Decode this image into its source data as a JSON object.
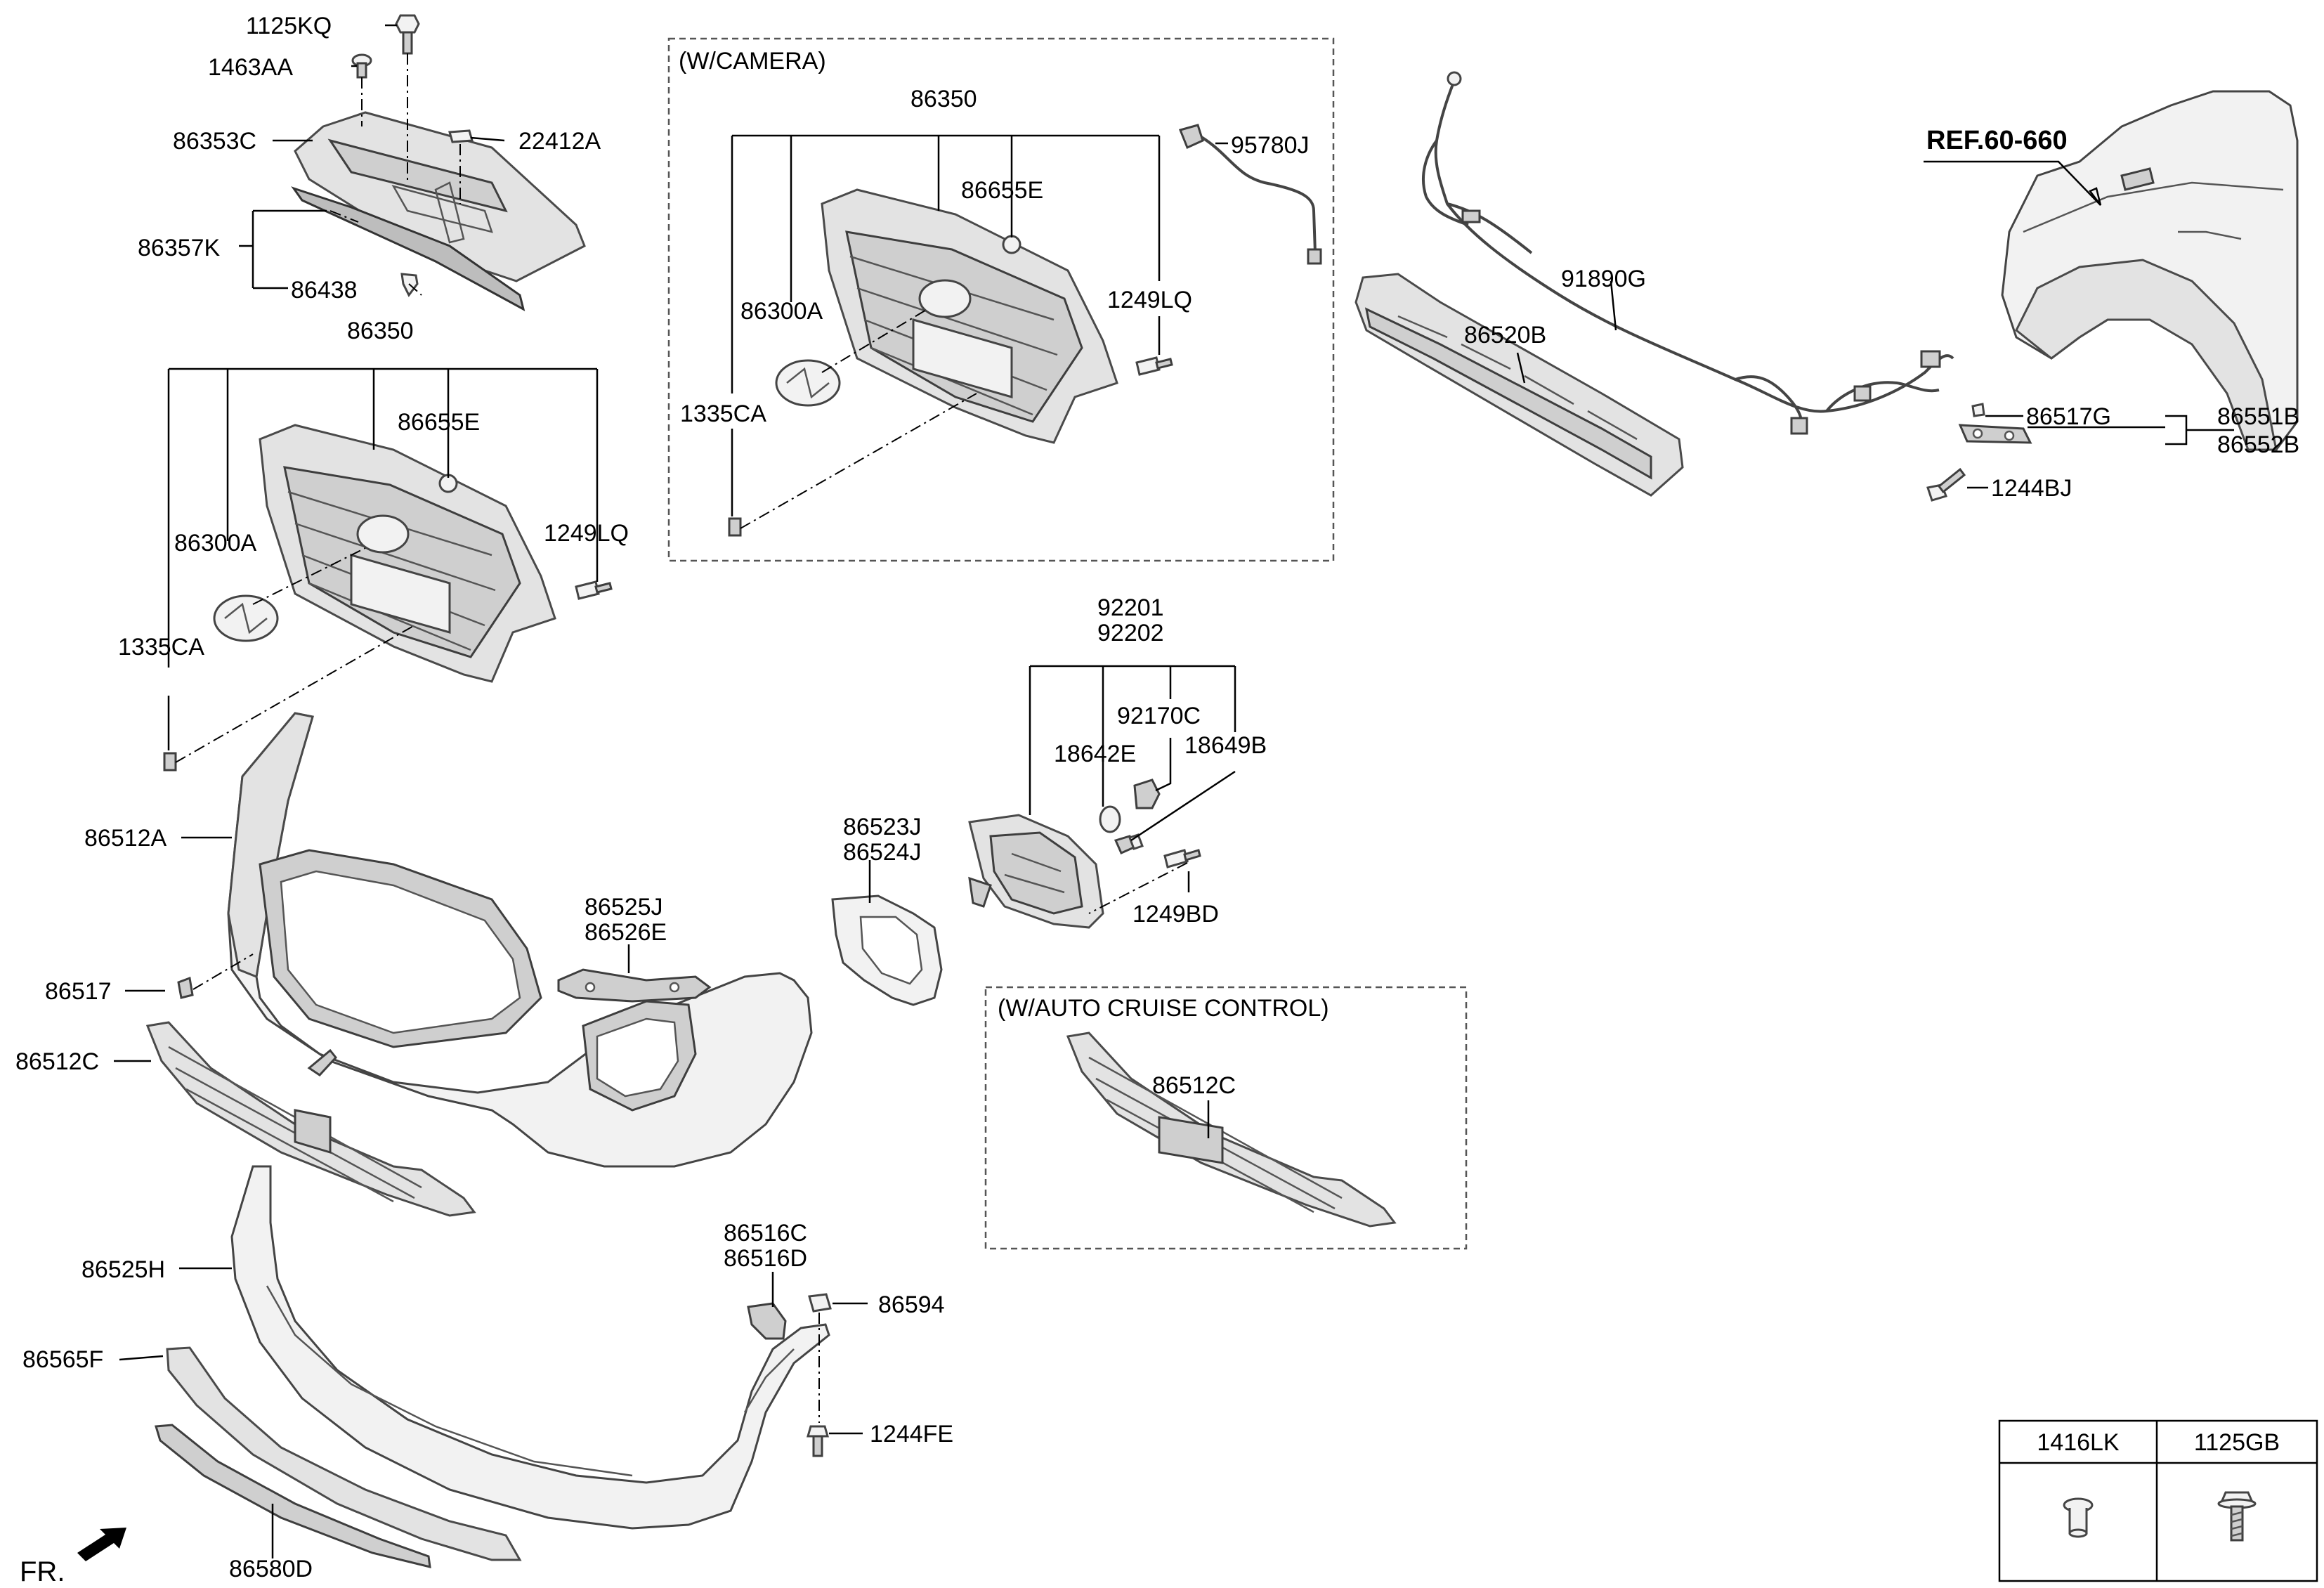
{
  "boxes": {
    "camera": "(W/CAMERA)",
    "cruise": "(W/AUTO CRUISE CONTROL)"
  },
  "ref": "REF.60-660",
  "fr": "FR.",
  "labels": {
    "l1125KQ": "1125KQ",
    "l1463AA": "1463AA",
    "l86353C": "86353C",
    "l22412A": "22412A",
    "l86357K": "86357K",
    "l86438": "86438",
    "l86350_a": "86350",
    "l86655E_a": "86655E",
    "l86300A_a": "86300A",
    "l1249LQ_a": "1249LQ",
    "l1335CA_a": "1335CA",
    "l86350_b": "86350",
    "l86655E_b": "86655E",
    "l86300A_b": "86300A",
    "l1249LQ_b": "1249LQ",
    "l1335CA_b": "1335CA",
    "l95780J": "95780J",
    "l91890G": "91890G",
    "l86520B": "86520B",
    "l86517G": "86517G",
    "l86551B": "86551B",
    "l86552B": "86552B",
    "l1244BJ": "1244BJ",
    "l86512A": "86512A",
    "l86517": "86517",
    "l86512C_a": "86512C",
    "l86525J": "86525J",
    "l86526E": "86526E",
    "l86523J": "86523J",
    "l86524J": "86524J",
    "l92201": "92201",
    "l92202": "92202",
    "l92170C": "92170C",
    "l18642E": "18642E",
    "l18649B": "18649B",
    "l1249BD": "1249BD",
    "l86512C_b": "86512C",
    "l86525H": "86525H",
    "l86565F": "86565F",
    "l86580D": "86580D",
    "l86516C": "86516C",
    "l86516D": "86516D",
    "l86594": "86594",
    "l1244FE": "1244FE"
  },
  "table": {
    "col1": "1416LK",
    "col2": "1125GB"
  },
  "icons": {
    "grommet": "grommet-icon",
    "bolt": "bolt-icon",
    "arrow": "front-arrow-icon"
  }
}
